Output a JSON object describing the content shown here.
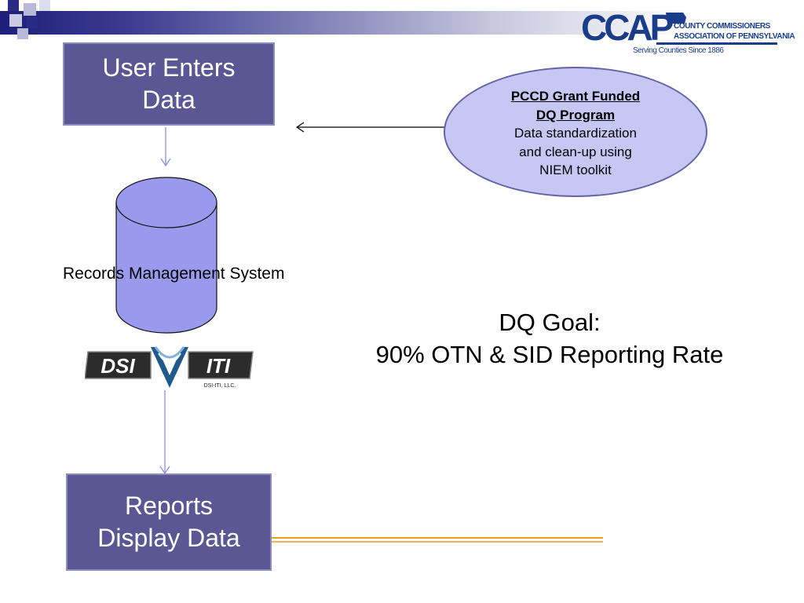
{
  "header": {
    "logo": {
      "mark": "CCAP",
      "org_line1": "COUNTY COMMISSIONERS",
      "org_line2": "ASSOCIATION OF PENNSYLVANIA",
      "tagline": "Serving Counties Since 1886"
    }
  },
  "diagram": {
    "user_box": {
      "line1": "User Enters",
      "line2": "Data"
    },
    "database": {
      "label": "Records Management System"
    },
    "vendor_logo": {
      "left_text": "DSI",
      "right_text": "ITI",
      "caption": "DSI-ITI, LLC."
    },
    "reports_box": {
      "line1": "Reports",
      "line2": "Display Data"
    },
    "callout": {
      "title_line1": "PCCD Grant Funded",
      "title_line2": "DQ Program",
      "body_line1": "Data standardization",
      "body_line2": "and clean-up using",
      "body_line3": "NIEM toolkit"
    },
    "goal": {
      "line1": "DQ Goal:",
      "line2": "90% OTN & SID Reporting Rate"
    }
  },
  "colors": {
    "box_fill": "#5b5794",
    "ellipse_fill": "#c7c7f3",
    "cylinder_fill": "#9999ee",
    "arrow": "#8f8fd6",
    "underline_orange": "#e8a020",
    "logo_blue": "#1a3d8a"
  }
}
